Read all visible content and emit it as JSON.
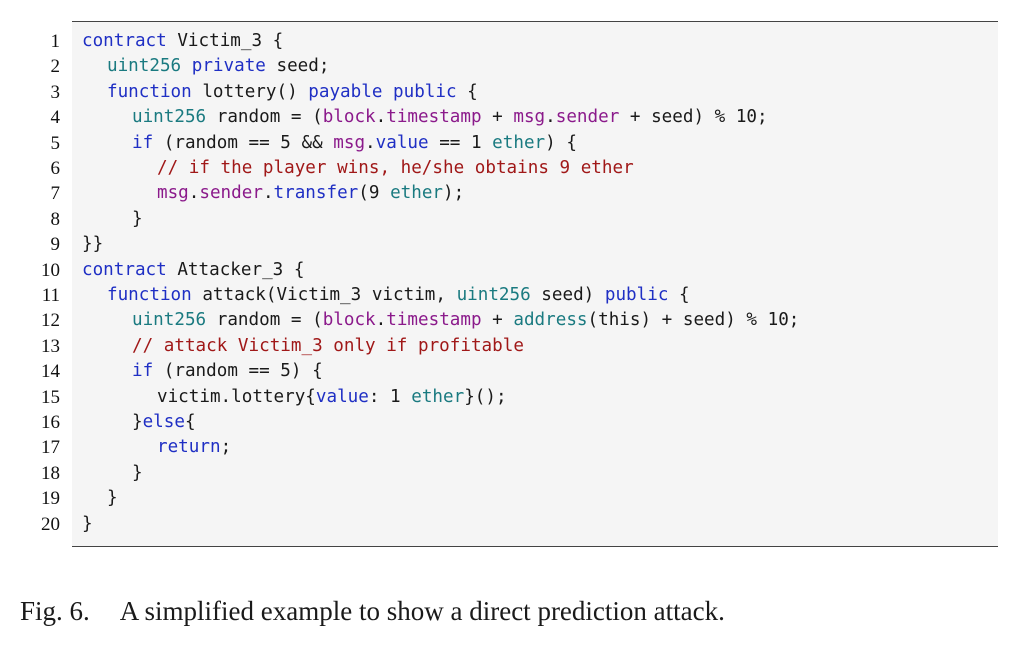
{
  "figure": {
    "caption_label": "Fig. 6.",
    "caption_text": "A simplified example to show a direct prediction attack."
  },
  "code": {
    "lines": [
      {
        "n": "1",
        "indent": 0,
        "tokens": [
          {
            "t": "contract",
            "c": "kw"
          },
          {
            "t": " Victim_3 {",
            "c": "plain"
          }
        ]
      },
      {
        "n": "2",
        "indent": 1,
        "tokens": [
          {
            "t": "uint256",
            "c": "type"
          },
          {
            "t": " ",
            "c": "plain"
          },
          {
            "t": "private",
            "c": "kw"
          },
          {
            "t": " seed;",
            "c": "plain"
          }
        ]
      },
      {
        "n": "3",
        "indent": 1,
        "tokens": [
          {
            "t": "function",
            "c": "kw"
          },
          {
            "t": " lottery() ",
            "c": "plain"
          },
          {
            "t": "payable",
            "c": "kw"
          },
          {
            "t": " ",
            "c": "plain"
          },
          {
            "t": "public",
            "c": "kw"
          },
          {
            "t": " {",
            "c": "plain"
          }
        ]
      },
      {
        "n": "4",
        "indent": 2,
        "tokens": [
          {
            "t": "uint256",
            "c": "type"
          },
          {
            "t": " random = (",
            "c": "plain"
          },
          {
            "t": "block",
            "c": "builtin"
          },
          {
            "t": ".",
            "c": "plain"
          },
          {
            "t": "timestamp",
            "c": "builtin"
          },
          {
            "t": " + ",
            "c": "plain"
          },
          {
            "t": "msg",
            "c": "builtin"
          },
          {
            "t": ".",
            "c": "plain"
          },
          {
            "t": "sender",
            "c": "builtin"
          },
          {
            "t": " + seed) % 10;",
            "c": "plain"
          }
        ]
      },
      {
        "n": "5",
        "indent": 2,
        "tokens": [
          {
            "t": "if",
            "c": "kw"
          },
          {
            "t": " (random == 5 && ",
            "c": "plain"
          },
          {
            "t": "msg",
            "c": "builtin"
          },
          {
            "t": ".",
            "c": "plain"
          },
          {
            "t": "value",
            "c": "kw"
          },
          {
            "t": " == 1 ",
            "c": "plain"
          },
          {
            "t": "ether",
            "c": "type"
          },
          {
            "t": ") {",
            "c": "plain"
          }
        ]
      },
      {
        "n": "6",
        "indent": 3,
        "tokens": [
          {
            "t": "// if the player wins, he/she obtains 9 ether",
            "c": "comment"
          }
        ]
      },
      {
        "n": "7",
        "indent": 3,
        "tokens": [
          {
            "t": "msg",
            "c": "builtin"
          },
          {
            "t": ".",
            "c": "plain"
          },
          {
            "t": "sender",
            "c": "builtin"
          },
          {
            "t": ".",
            "c": "plain"
          },
          {
            "t": "transfer",
            "c": "kw"
          },
          {
            "t": "(9 ",
            "c": "plain"
          },
          {
            "t": "ether",
            "c": "type"
          },
          {
            "t": ");",
            "c": "plain"
          }
        ]
      },
      {
        "n": "8",
        "indent": 2,
        "tokens": [
          {
            "t": "}",
            "c": "plain"
          }
        ]
      },
      {
        "n": "9",
        "indent": 0,
        "tokens": [
          {
            "t": "}}",
            "c": "plain"
          }
        ]
      },
      {
        "n": "10",
        "indent": 0,
        "tokens": [
          {
            "t": "contract",
            "c": "kw"
          },
          {
            "t": " Attacker_3 {",
            "c": "plain"
          }
        ]
      },
      {
        "n": "11",
        "indent": 1,
        "tokens": [
          {
            "t": "function",
            "c": "kw"
          },
          {
            "t": " attack(Victim_3 victim, ",
            "c": "plain"
          },
          {
            "t": "uint256",
            "c": "type"
          },
          {
            "t": " seed) ",
            "c": "plain"
          },
          {
            "t": "public",
            "c": "kw"
          },
          {
            "t": " {",
            "c": "plain"
          }
        ]
      },
      {
        "n": "12",
        "indent": 2,
        "tokens": [
          {
            "t": "uint256",
            "c": "type"
          },
          {
            "t": " random = (",
            "c": "plain"
          },
          {
            "t": "block",
            "c": "builtin"
          },
          {
            "t": ".",
            "c": "plain"
          },
          {
            "t": "timestamp",
            "c": "builtin"
          },
          {
            "t": " + ",
            "c": "plain"
          },
          {
            "t": "address",
            "c": "type"
          },
          {
            "t": "(this) + seed) % 10;",
            "c": "plain"
          }
        ]
      },
      {
        "n": "13",
        "indent": 2,
        "tokens": [
          {
            "t": "// attack Victim_3 only if profitable",
            "c": "comment"
          }
        ]
      },
      {
        "n": "14",
        "indent": 2,
        "tokens": [
          {
            "t": "if",
            "c": "kw"
          },
          {
            "t": " (random == 5) {",
            "c": "plain"
          }
        ]
      },
      {
        "n": "15",
        "indent": 3,
        "tokens": [
          {
            "t": "victim.lottery{",
            "c": "plain"
          },
          {
            "t": "value",
            "c": "kw"
          },
          {
            "t": ": 1 ",
            "c": "plain"
          },
          {
            "t": "ether",
            "c": "type"
          },
          {
            "t": "}();",
            "c": "plain"
          }
        ]
      },
      {
        "n": "16",
        "indent": 2,
        "tokens": [
          {
            "t": "}",
            "c": "plain"
          },
          {
            "t": "else",
            "c": "kw"
          },
          {
            "t": "{",
            "c": "plain"
          }
        ]
      },
      {
        "n": "17",
        "indent": 3,
        "tokens": [
          {
            "t": "return",
            "c": "kw"
          },
          {
            "t": ";",
            "c": "plain"
          }
        ]
      },
      {
        "n": "18",
        "indent": 2,
        "tokens": [
          {
            "t": "}",
            "c": "plain"
          }
        ]
      },
      {
        "n": "19",
        "indent": 1,
        "tokens": [
          {
            "t": "}",
            "c": "plain"
          }
        ]
      },
      {
        "n": "20",
        "indent": 0,
        "tokens": [
          {
            "t": "}",
            "c": "plain"
          }
        ]
      }
    ]
  },
  "colors": {
    "keyword": "#1f2fc4",
    "type": "#1a7a80",
    "builtin": "#8b1a8b",
    "comment": "#a01818",
    "background": "#f5f5f5"
  }
}
